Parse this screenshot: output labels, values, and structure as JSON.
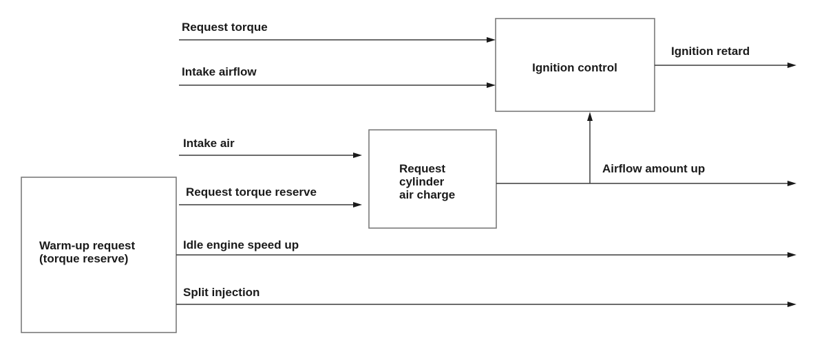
{
  "blocks": {
    "ignition_control": "Ignition control",
    "request_cylinder_air_charge": [
      "Request",
      "cylinder",
      "air charge"
    ],
    "warm_up_request": [
      "Warm-up request",
      "(torque reserve)"
    ]
  },
  "signals": {
    "request_torque": "Request torque",
    "intake_airflow": "Intake airflow",
    "intake_air": "Intake air",
    "request_torque_reserve": "Request torque reserve",
    "idle_engine_speed_up": "Idle engine speed up",
    "split_injection": "Split injection",
    "ignition_retard": "Ignition retard",
    "airflow_amount_up": "Airflow amount up"
  }
}
